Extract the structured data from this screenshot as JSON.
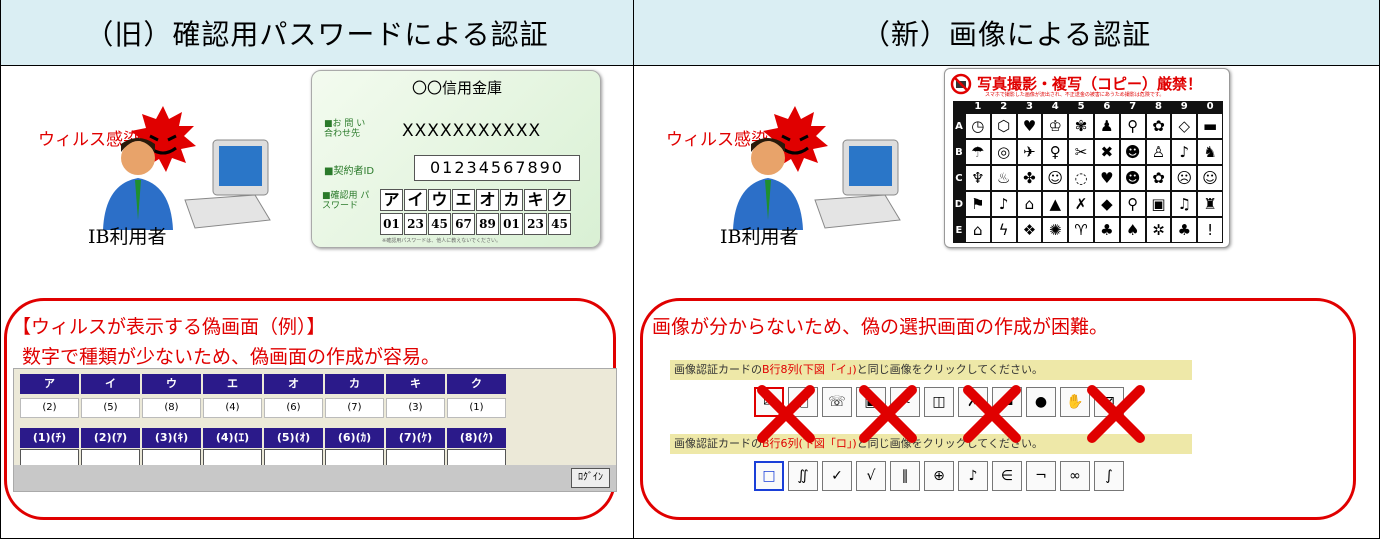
{
  "left": {
    "header": "（旧）確認用パスワードによる認証",
    "virus_label": "ウィルス感染",
    "user_label": "IB利用者",
    "card": {
      "title": "〇〇信用金庫",
      "contact_label": "■お 問 い 合わせ先",
      "contact_value": "XXXXXXXXXXX",
      "contractor_label": "■契約者ID",
      "contractor_value": "01234567890",
      "password_label": "■確認用 パスワード",
      "kana": [
        "ア",
        "イ",
        "ウ",
        "エ",
        "オ",
        "カ",
        "キ",
        "ク"
      ],
      "numbers": [
        "01",
        "23",
        "45",
        "67",
        "89",
        "01",
        "23",
        "45"
      ],
      "footnote": "※確認用パスワードは、他人に教えないでください。"
    },
    "warning_line1": "【ウィルスが表示する偽画面（例）】",
    "warning_line2": "数字で種類が少ないため、偽画面の作成が容易。",
    "fake_screen": {
      "headers": [
        "ア",
        "イ",
        "ウ",
        "エ",
        "オ",
        "カ",
        "キ",
        "ク"
      ],
      "values": [
        "(2)",
        "(5)",
        "(8)",
        "(4)",
        "(6)",
        "(7)",
        "(3)",
        "(1)"
      ],
      "pairs": [
        "(1)(ﾁ)",
        "(2)(ｱ)",
        "(3)(ｷ)",
        "(4)(ｴ)",
        "(5)(ｵ)",
        "(6)(ｶ)",
        "(7)(ｹ)",
        "(8)(ｸ)"
      ],
      "login_label": "ﾛｸﾞｲﾝ"
    }
  },
  "right": {
    "header": "（新）画像による認証",
    "virus_label": "ウィルス感染",
    "user_label": "IB利用者",
    "card": {
      "title": "写真撮影・複写（コピー）厳禁！",
      "subtitle": "スマホで撮影した画像が流出され、不正送金の被害にあうため撮影は危険です。",
      "col_labels": [
        "1",
        "2",
        "3",
        "4",
        "5",
        "6",
        "7",
        "8",
        "9",
        "0"
      ],
      "row_labels": [
        "A",
        "B",
        "C",
        "D",
        "E"
      ],
      "icons": [
        [
          "◷",
          "⬡",
          "♥",
          "♔",
          "✾",
          "♟",
          "⚲",
          "✿",
          "◇",
          "▬"
        ],
        [
          "☂",
          "◎",
          "✈",
          "♀",
          "✂",
          "✖",
          "☻",
          "♙",
          "♪",
          "♞"
        ],
        [
          "♆",
          "♨",
          "✤",
          "☺",
          "◌",
          "♥",
          "☻",
          "✿",
          "☹",
          "☺"
        ],
        [
          "⚑",
          "♪",
          "⌂",
          "▲",
          "✗",
          "◆",
          "⚲",
          "▣",
          "♫",
          "♜"
        ],
        [
          "⌂",
          "ϟ",
          "❖",
          "✺",
          "♈",
          "♣",
          "♠",
          "✲",
          "♣",
          "!"
        ]
      ]
    },
    "warning_line1": "画像が分からないため、偽の選択画面の作成が困難。",
    "fake_screen": {
      "instruction1_prefix": "画像認証カードの",
      "instruction1_highlight": "B行8列(下図「イ」)",
      "instruction1_suffix": "と同じ画像をクリックしてください。",
      "row1": [
        "✉",
        "⎗",
        "☏",
        "▣",
        "✂",
        "◫",
        "✗",
        "▬",
        "●",
        "✋",
        "⊠"
      ],
      "instruction2_prefix": "画像認証カードの",
      "instruction2_highlight": "B行6列(下図「ロ」)",
      "instruction2_suffix": "と同じ画像をクリックしてください。",
      "row2": [
        "□",
        "∬",
        "✓",
        "√",
        "∥",
        "⊕",
        "♪",
        "∈",
        "¬",
        "∞",
        "∫"
      ]
    }
  },
  "colors": {
    "header_bg": "#daeef3",
    "warning": "#e00000",
    "fake_header": "#2b1a8a",
    "instruction_bg": "#eee8a8"
  }
}
